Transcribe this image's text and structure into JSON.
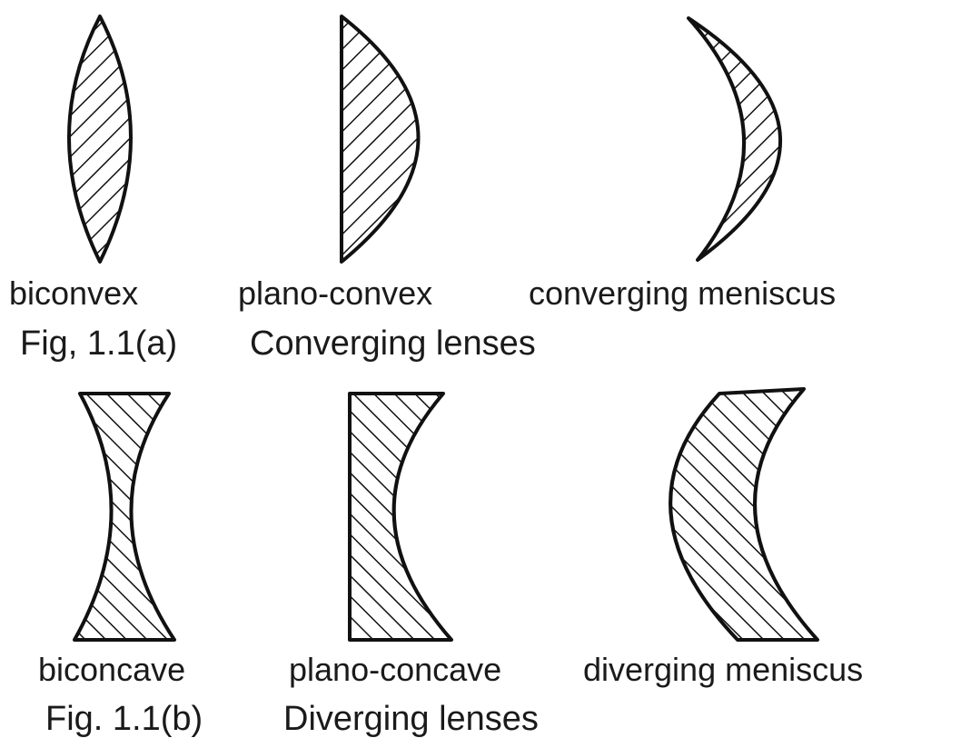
{
  "converging": {
    "labels": [
      "biconvex",
      "plano-convex",
      "converging meniscus"
    ],
    "caption_fig": "Fig, 1.1(a)",
    "caption_title": "Converging lenses"
  },
  "diverging": {
    "labels": [
      "biconcave",
      "plano-concave",
      "diverging meniscus"
    ],
    "caption_fig": "Fig. 1.1(b)",
    "caption_title": "Diverging lenses"
  },
  "colors": {
    "ink": "#111111",
    "background": "#ffffff"
  }
}
